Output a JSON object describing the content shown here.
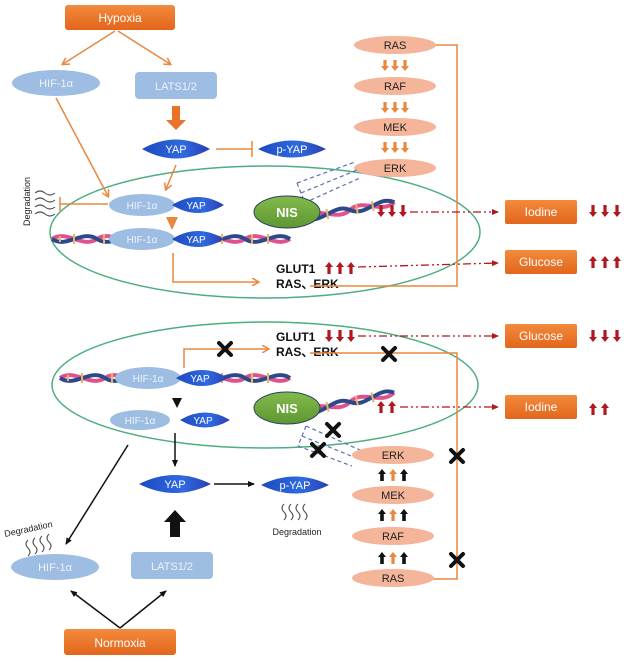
{
  "diagram": {
    "title": "YAP / HIF-1α regulation of NIS and GLUT1 under hypoxia vs normoxia",
    "colors": {
      "orange_box": "#ee7a2e",
      "orange_line": "#e8873e",
      "light_blue": "#9dbde3",
      "yap_blue": "#2456c8",
      "salmon": "#f4b59a",
      "green_nis": "#6fa83d",
      "cell_green": "#4caf7f",
      "dark_red": "#b01820",
      "dashed_blue": "#5b6fb5"
    },
    "hypoxia_panel": {
      "condition": "Hypoxia",
      "hif": "HIF-1α",
      "lats": "LATS1/2",
      "yap": "YAP",
      "pyap": "p-YAP",
      "degradation": "Degradation",
      "complex_hif": "HIF-1α",
      "complex_yap": "YAP",
      "dna_hif": "HIF-1α",
      "dna_yap": "YAP",
      "nis": "NIS",
      "glut1": "GLUT1",
      "ras_erk": "RAS、ERK",
      "cascade": [
        "RAS",
        "RAF",
        "MEK",
        "ERK"
      ],
      "cascade_arrow_direction": "down",
      "outputs": [
        {
          "label": "Iodine",
          "trend": "down",
          "count": 3
        },
        {
          "label": "Glucose",
          "trend": "up",
          "count": 3
        }
      ],
      "nis_trend": {
        "direction": "down",
        "count": 3
      },
      "glut1_trend": {
        "direction": "up",
        "count": 3
      }
    },
    "normoxia_panel": {
      "condition": "Normoxia",
      "hif": "HIF-1α",
      "lats": "LATS1/2",
      "yap": "YAP",
      "pyap": "p-YAP",
      "degradation_hif": "Degradation",
      "degradation_pyap": "Degradation",
      "dna_hif": "HIF-1α",
      "dna_yap": "YAP",
      "free_hif": "HIF-1α",
      "free_yap": "YAP",
      "nis": "NIS",
      "glut1": "GLUT1",
      "ras_erk": "RAS、ERK",
      "cascade": [
        "ERK",
        "MEK",
        "RAF",
        "RAS"
      ],
      "cascade_arrow_direction": "up",
      "outputs": [
        {
          "label": "Glucose",
          "trend": "down",
          "count": 3
        },
        {
          "label": "Iodine",
          "trend": "up",
          "count": 2
        }
      ],
      "nis_trend": {
        "direction": "up",
        "count": 2
      },
      "glut1_trend": {
        "direction": "down",
        "count": 3
      }
    }
  }
}
